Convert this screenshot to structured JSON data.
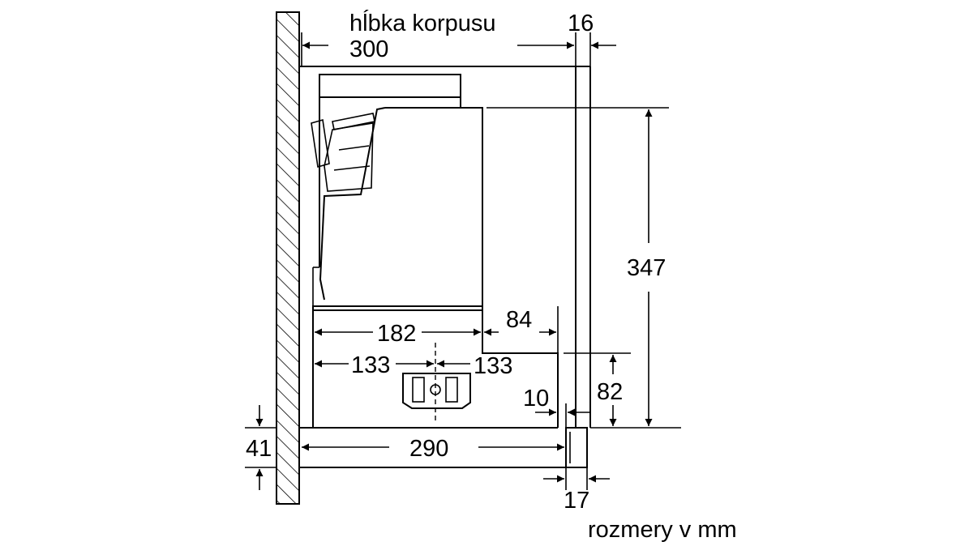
{
  "labels": {
    "depth_title": "hĺbka korpusu",
    "depth_value": "300",
    "top_panel": "16",
    "height_total": "347",
    "dim_182": "182",
    "dim_84": "84",
    "dim_133_left": "133",
    "dim_133_right": "133",
    "dim_82": "82",
    "dim_10": "10",
    "dim_41": "41",
    "dim_290": "290",
    "dim_17": "17",
    "units": "rozmery v mm"
  },
  "colors": {
    "line": "#000000",
    "background": "#ffffff"
  }
}
